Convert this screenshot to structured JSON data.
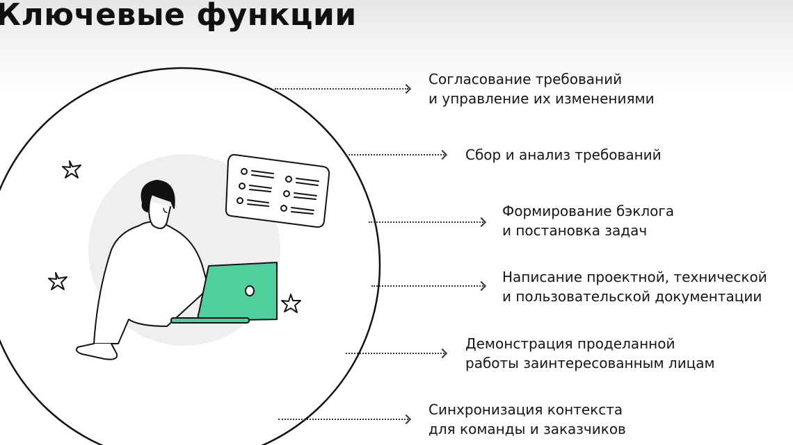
{
  "title": "Ключевые функции",
  "accent_color": "#4ecf9b",
  "functions": [
    {
      "line1": "Согласование требований",
      "line2": "и управление их изменениями"
    },
    {
      "line1": "Сбор и анализ требований",
      "line2": ""
    },
    {
      "line1": "Формирование бэклога",
      "line2": "и постановка задач"
    },
    {
      "line1": "Написание проектной, технической",
      "line2": "и пользовательской документации"
    },
    {
      "line1": "Демонстрация проделанной",
      "line2": "работы заинтересованным лицам"
    },
    {
      "line1": "Синхронизация контекста",
      "line2": "для команды и заказчиков"
    }
  ]
}
